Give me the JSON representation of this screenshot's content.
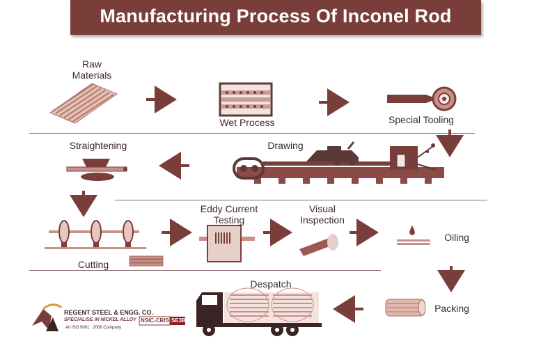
{
  "title": "Manufacturing Process Of Inconel Rod",
  "steps": {
    "raw_materials": "Raw\nMaterials",
    "wet_process": "Wet Process",
    "special_tooling": "Special Tooling",
    "drawing": "Drawing",
    "straightening": "Straightening",
    "cutting": "Cutting",
    "eddy_current": "Eddy Current\nTesting",
    "visual_inspection": "Visual\nInspection",
    "oiling": "Oiling",
    "packing": "Packing",
    "despatch": "Despatch"
  },
  "logo": {
    "company": "REGENT STEEL & ENGG. CO.",
    "tagline": "SPECIALISE IN NICKEL ALLOY",
    "iso": "An ISO 9001 : 2008 Company",
    "badge_left": "NSIC-CRISIL",
    "badge_right": "SE3B"
  },
  "colors": {
    "primary": "#7a3e3a",
    "illustration": "#8a4a46",
    "light": "#d8b4ac"
  }
}
